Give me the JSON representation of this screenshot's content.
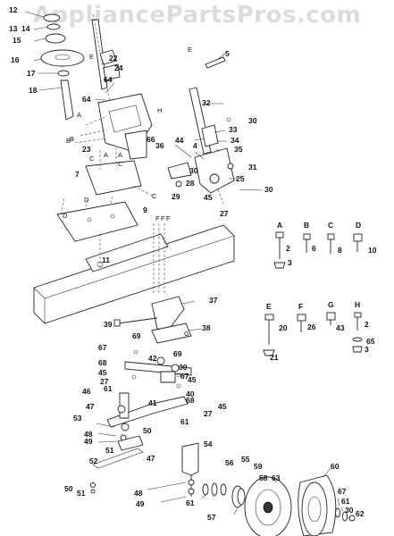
{
  "watermark": "AppliancePartsPros.com",
  "diagram": {
    "callouts": [
      "12",
      "13",
      "14",
      "15",
      "16",
      "17",
      "18",
      "5",
      "22",
      "24",
      "64",
      "64",
      "32",
      "30",
      "44",
      "33",
      "34",
      "35",
      "31",
      "36",
      "4",
      "30",
      "28",
      "25",
      "29",
      "45",
      "30",
      "27",
      "23",
      "66",
      "7",
      "9",
      "11",
      "37",
      "39",
      "38",
      "69",
      "67",
      "68",
      "45",
      "42",
      "69",
      "30",
      "67",
      "45",
      "40",
      "68",
      "45",
      "27",
      "61",
      "27",
      "46",
      "47",
      "41",
      "61",
      "53",
      "50",
      "48",
      "49",
      "51",
      "52",
      "50",
      "51",
      "47",
      "54",
      "60",
      "56",
      "55",
      "59",
      "58",
      "63",
      "48",
      "49",
      "61",
      "57",
      "67",
      "61",
      "30",
      "62",
      "2",
      "3",
      "6",
      "8",
      "10",
      "20",
      "21",
      "26",
      "43",
      "2",
      "65",
      "3"
    ],
    "letter_labels": [
      "E",
      "A",
      "B",
      "H",
      "B",
      "A",
      "C",
      "A",
      "C",
      "C",
      "D",
      "D",
      "E",
      "F",
      "F",
      "F",
      "G"
    ],
    "hardware_keys": [
      {
        "key": "A",
        "parts": [
          "2",
          "3"
        ]
      },
      {
        "key": "B",
        "parts": [
          "6"
        ]
      },
      {
        "key": "C",
        "parts": [
          "8"
        ]
      },
      {
        "key": "D",
        "parts": [
          "10"
        ]
      },
      {
        "key": "E",
        "parts": [
          "20",
          "21"
        ]
      },
      {
        "key": "F",
        "parts": [
          "26"
        ]
      },
      {
        "key": "G",
        "parts": [
          "43"
        ]
      },
      {
        "key": "H",
        "parts": [
          "2",
          "65",
          "3"
        ]
      }
    ]
  }
}
